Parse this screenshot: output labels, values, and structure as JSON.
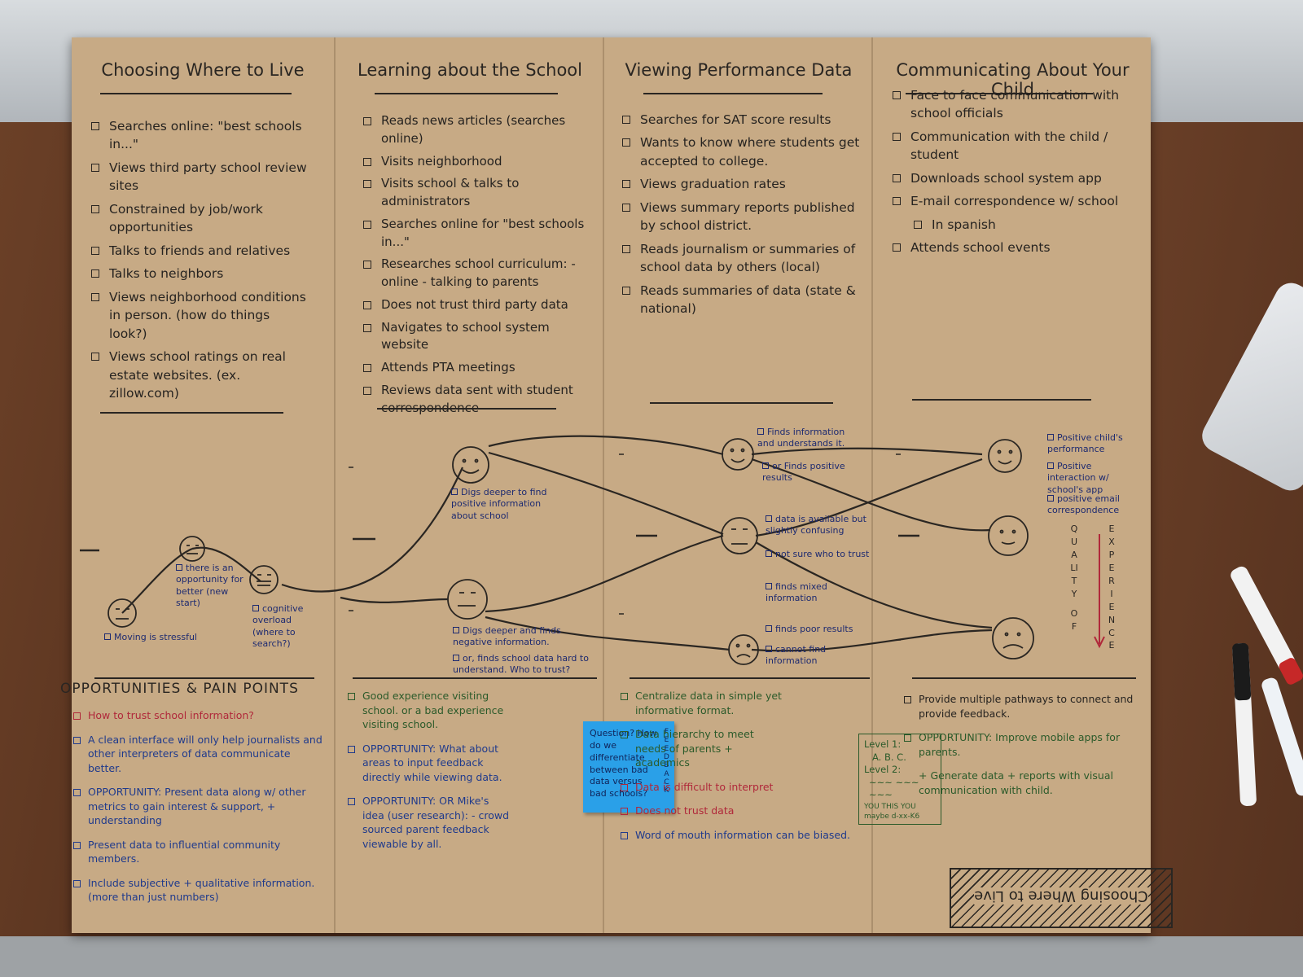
{
  "columns": [
    {
      "title": "Choosing Where to Live",
      "items": [
        "Searches online: \"best schools in...\"",
        "Views third party school review sites",
        "Constrained by job/work opportunities",
        "Talks to friends and relatives",
        "Talks to neighbors",
        "Views neighborhood conditions in person. (how do things look?)",
        "Views school ratings on real estate websites. (ex. zillow.com)"
      ]
    },
    {
      "title": "Learning about the School",
      "items": [
        "Reads news articles (searches online)",
        "Visits neighborhood",
        "Visits school & talks to administrators",
        "Searches online for \"best schools in...\"",
        "Researches school curriculum: -online - talking to parents",
        "Does not trust third party data",
        "Navigates to school system website",
        "Attends PTA meetings",
        "Reviews data sent with student correspondence"
      ]
    },
    {
      "title": "Viewing Performance Data",
      "items": [
        "Searches for SAT score results",
        "Wants to know where students get accepted to college.",
        "Views graduation rates",
        "Views summary reports published by school district.",
        "Reads journalism or summaries of school data by others (local)",
        "Reads summaries of data (state & national)"
      ]
    },
    {
      "title": "Communicating About Your Child",
      "items": [
        "Face to face communication with school officials",
        "Communication with the child / student",
        "Downloads school system app",
        "E-mail correspondence w/ school",
        "In spanish",
        "Attends school events"
      ]
    }
  ],
  "journey_notes": {
    "stressful": "Moving is stressful",
    "opportunity": "there is an opportunity for better (new start)",
    "overload": "cognitive overload (where to search?)",
    "digs_positive": "Digs deeper to find positive information about school",
    "digs_negative": "Digs deeper and finds negative information.",
    "finds_school_data": "or, finds school data hard to understand. Who to trust?",
    "finds_info": "Finds information and understands it.",
    "finds_positive": "or Finds positive results",
    "data_available": "data is available but slightly confusing",
    "not_sure": "not sure who to trust",
    "finds_mixed": "finds mixed information",
    "finds_poor": "finds poor results",
    "cannot_find": "cannot find information",
    "positive_child": "Positive child's performance",
    "positive_app": "Positive interaction w/ school's app",
    "positive_email": "positive email correspondence",
    "quality": "QUALITY",
    "of": "OF",
    "experience": "EXPERIENCE"
  },
  "pain_points": {
    "heading": "OPPORTUNITIES & PAIN POINTS",
    "col1": [
      {
        "text": "How to trust school information?",
        "color": "red"
      },
      {
        "text": "A clean interface will only help journalists and other interpreters of data communicate better.",
        "color": "blue"
      },
      {
        "text": "OPPORTUNITY: Present data along w/ other metrics to gain interest & support, + understanding",
        "color": "blue"
      },
      {
        "text": "Present data to influential community members.",
        "color": "blue"
      },
      {
        "text": "Include subjective + qualitative information. (more than just numbers)",
        "color": "blue"
      }
    ],
    "col2": [
      {
        "text": "Good experience visiting school. or a bad experience visiting school.",
        "color": "green"
      },
      {
        "text": "OPPORTUNITY: What about areas to input feedback directly while viewing data.",
        "color": "blue"
      },
      {
        "text": "OPPORTUNITY: OR Mike's idea (user research): - crowd sourced parent feedback viewable by all.",
        "color": "blue"
      }
    ],
    "sticky": "Question? How do we differentiate between bad data versus bad schools?",
    "sticky_side": "FEEDBACK",
    "col3": [
      {
        "text": "Centralize data in simple yet informative format.",
        "color": "green"
      },
      {
        "text": "Data hierarchy to meet needs of parents + academics",
        "color": "green"
      },
      {
        "text": "Data is difficult to interpret",
        "color": "red"
      },
      {
        "text": "Does not trust data",
        "color": "red"
      },
      {
        "text": "Word of mouth information can be biased.",
        "color": "blue"
      }
    ],
    "level_box": {
      "l1": "Level 1:",
      "l1v": "A. B. C.",
      "l2": "Level 2:",
      "l2v": "~~~ ~~~ ~~~",
      "l3": "YOU THIS YOU maybe d-xx-K6"
    },
    "col4": [
      {
        "text": "Provide multiple pathways to connect and provide feedback.",
        "color": "ink"
      },
      {
        "text": "OPPORTUNITY: Improve mobile apps for parents.",
        "color": "green"
      },
      {
        "text": "+ Generate data + reports with visual communication with child.",
        "color": "green"
      }
    ],
    "stamp": "Choosing Where to Live"
  }
}
